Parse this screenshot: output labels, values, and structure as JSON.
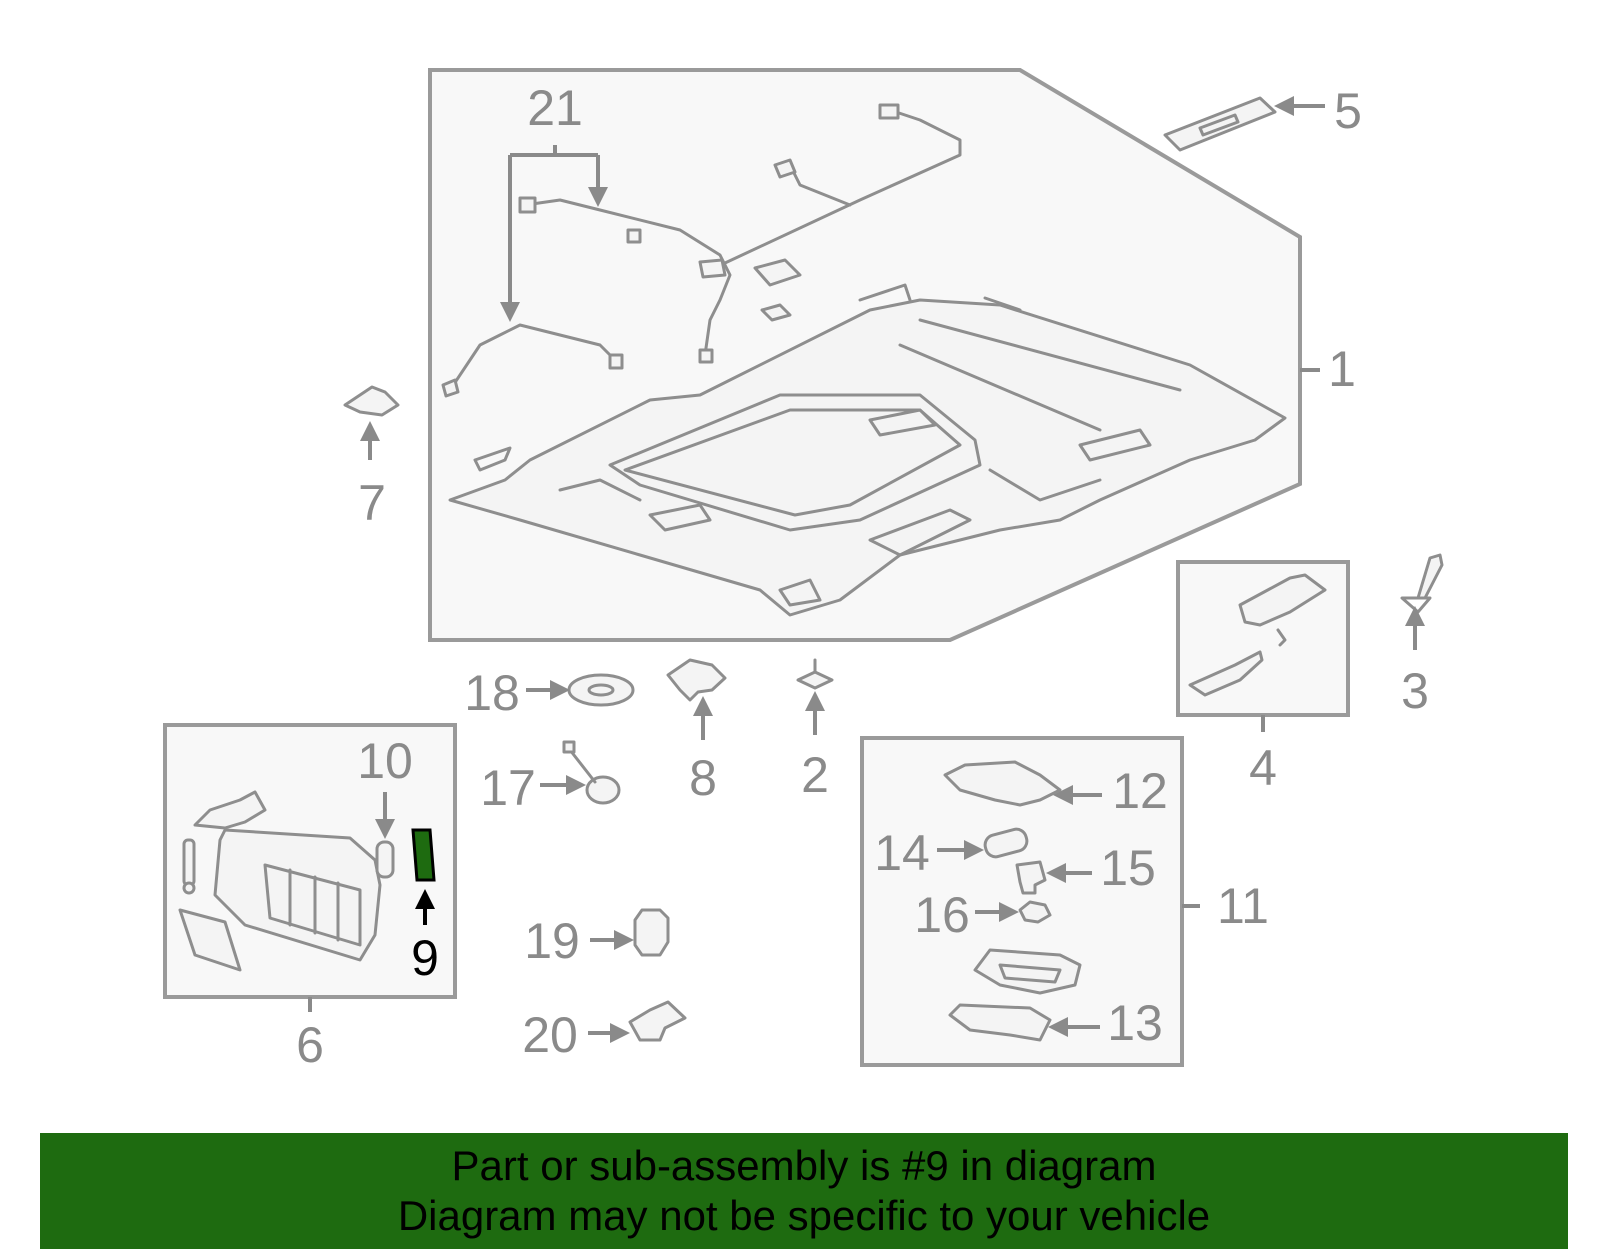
{
  "callouts": {
    "c1": "1",
    "c2": "2",
    "c3": "3",
    "c4": "4",
    "c5": "5",
    "c6": "6",
    "c7": "7",
    "c8": "8",
    "c9": "9",
    "c10": "10",
    "c11": "11",
    "c12": "12",
    "c13": "13",
    "c14": "14",
    "c15": "15",
    "c16": "16",
    "c17": "17",
    "c18": "18",
    "c19": "19",
    "c20": "20",
    "c21": "21"
  },
  "highlight_part": "9",
  "colors": {
    "highlight_part": "#1e6b10",
    "banner": "#1e6b10",
    "line": "#8e8e8e"
  },
  "banner": {
    "line1": "Part or sub-assembly is #9 in diagram",
    "line2": "Diagram may not be specific to your vehicle"
  }
}
